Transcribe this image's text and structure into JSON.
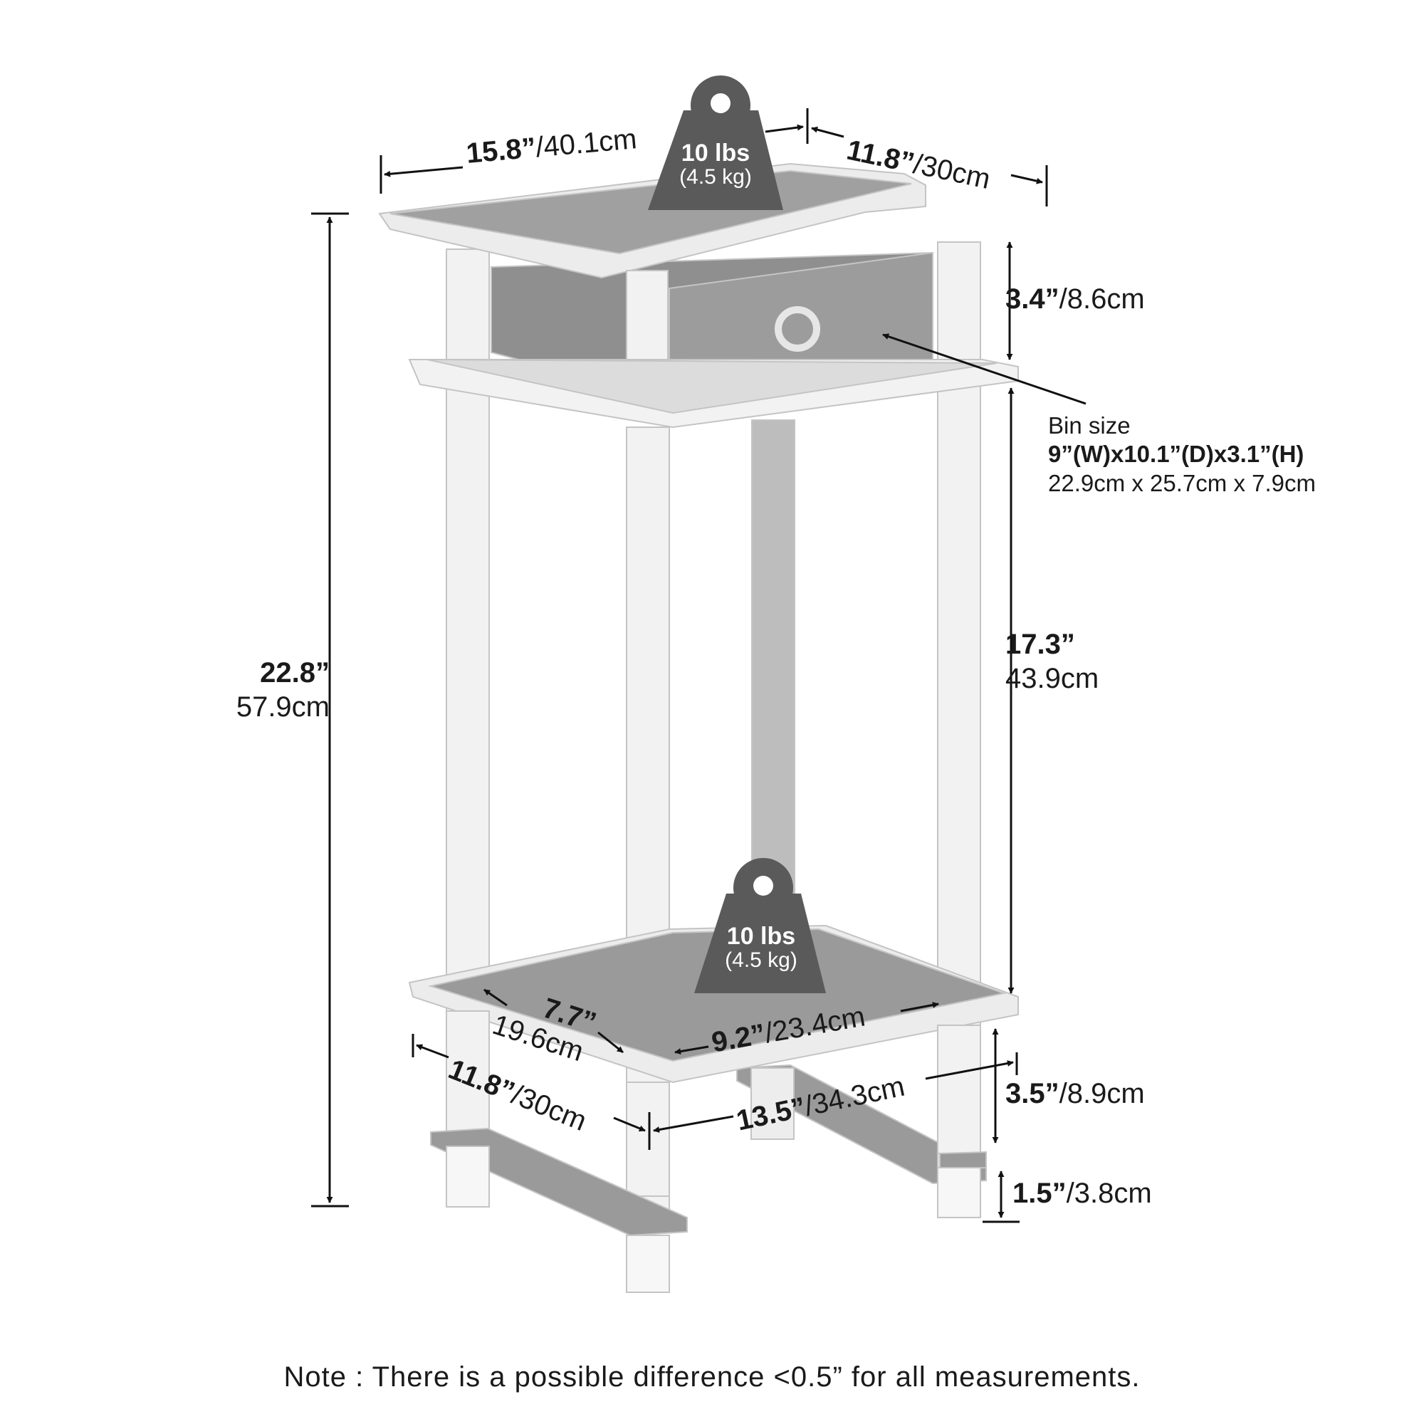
{
  "dimensions": {
    "top_width": {
      "bold": "15.8”",
      "rest": "/40.1cm"
    },
    "top_depth": {
      "bold": "11.8”",
      "rest": "/30cm"
    },
    "drawer_gap": {
      "bold": "3.4”",
      "rest": "/8.6cm"
    },
    "total_height": {
      "bold": "22.8”",
      "rest": "57.9cm"
    },
    "middle_gap": {
      "bold": "17.3”",
      "rest": "43.9cm"
    },
    "inner_depth": {
      "bold": "7.7”",
      "rest": "19.6cm"
    },
    "inner_width": {
      "bold": "9.2”",
      "rest": "/23.4cm"
    },
    "base_depth": {
      "bold": "11.8”",
      "rest": "/30cm"
    },
    "base_width": {
      "bold": "13.5”",
      "rest": "/34.3cm"
    },
    "lower_gap": {
      "bold": "3.5”",
      "rest": "/8.9cm"
    },
    "foot_height": {
      "bold": "1.5”",
      "rest": "/3.8cm"
    }
  },
  "bin": {
    "title": "Bin size",
    "imperial": "9”(W)x10.1”(D)x3.1”(H)",
    "metric": "22.9cm x 25.7cm x 7.9cm"
  },
  "weights": {
    "top": {
      "main": "10 lbs",
      "sub": "(4.5 kg)"
    },
    "bottom": {
      "main": "10 lbs",
      "sub": "(4.5 kg)"
    }
  },
  "note": "Note : There is a possible difference <0.5” for all measurements.",
  "colors": {
    "shelf": "#9a9a9a",
    "frame": "#f7f7f7",
    "weight": "#5a5a5a",
    "ink": "#1a1a1a"
  }
}
